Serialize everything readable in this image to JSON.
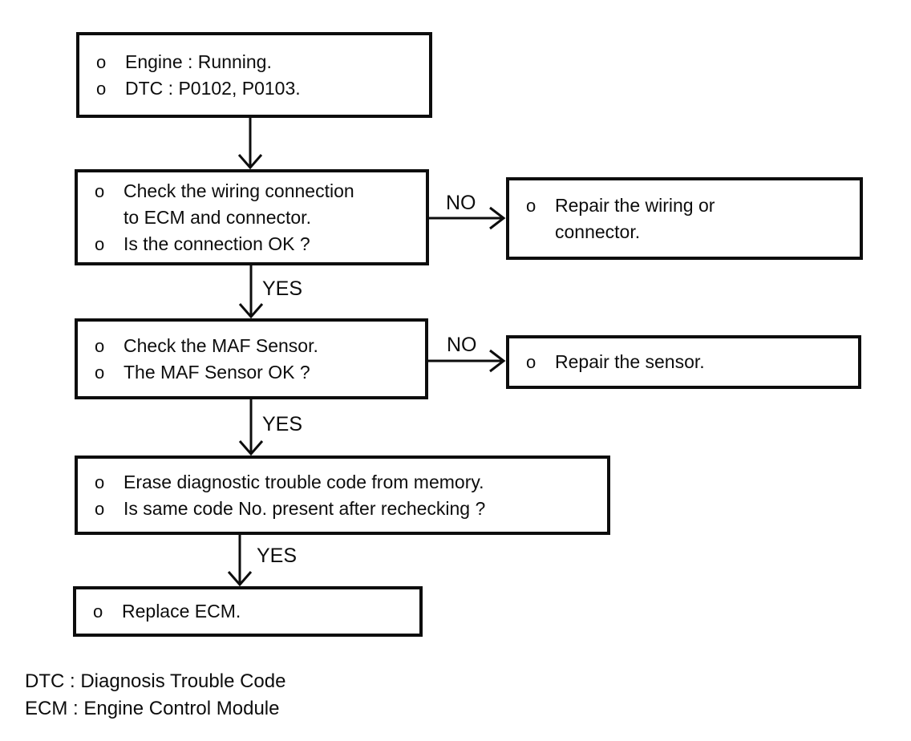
{
  "diagram": {
    "bullet_char": "o",
    "edge_labels": {
      "yes": "YES",
      "no": "NO"
    },
    "nodes": {
      "start": {
        "line1": "Engine : Running.",
        "line2": "DTC : P0102, P0103."
      },
      "check_wiring": {
        "line1": "Check the wiring connection",
        "line1_cont": "to ECM and connector.",
        "line2": "Is the connection OK ?"
      },
      "repair_wiring": {
        "line1": "Repair the wiring or",
        "line1_cont": "connector."
      },
      "check_maf": {
        "line1": "Check the MAF Sensor.",
        "line2": "The MAF Sensor OK ?"
      },
      "repair_sensor": {
        "line1": "Repair the sensor."
      },
      "erase_code": {
        "line1": "Erase diagnostic trouble code from memory.",
        "line2": "Is same code No. present after rechecking ?"
      },
      "replace_ecm": {
        "line1": "Replace ECM."
      }
    },
    "legend": {
      "line1": "DTC : Diagnosis Trouble Code",
      "line2": "ECM : Engine Control Module"
    }
  }
}
